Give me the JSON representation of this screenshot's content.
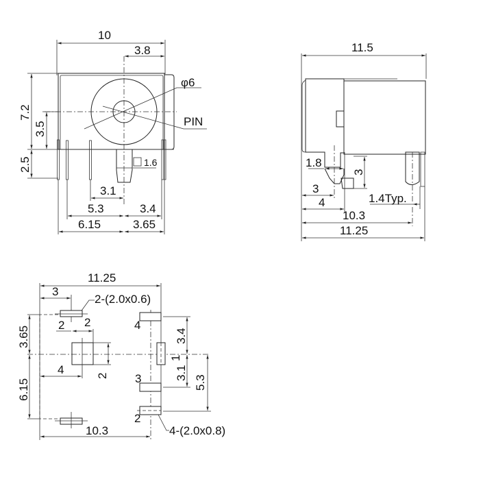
{
  "front_view": {
    "width": "10",
    "pin_offset_top": "3.8",
    "diameter": "φ6",
    "pin_label": "PIN",
    "height": "7.2",
    "center_height": "3.5",
    "pin_length": "2.5",
    "pin_width": "1.6",
    "dim_3_1": "3.1",
    "dim_5_3": "5.3",
    "dim_3_4": "3.4",
    "dim_6_15": "6.15",
    "dim_3_65": "3.65"
  },
  "side_view": {
    "length": "11.5",
    "dim_1_8": "1.8",
    "dim_3_vertical": "3",
    "dim_3": "3",
    "dim_4": "4",
    "pin_width_typ": "1.4Typ.",
    "dim_10_3": "10.3",
    "dim_11_25": "11.25"
  },
  "footprint": {
    "width": "11.25",
    "dim_3": "3",
    "pad_spec_small": "2-(2.0x0.6)",
    "pad_spec_large": "4-(2.0x0.8)",
    "dim_3_65": "3.65",
    "dim_6_15": "6.15",
    "dim_4": "4",
    "dim_2_h": "2",
    "dim_2_v": "2",
    "dim_10_3": "10.3",
    "dim_3_4": "3.4",
    "dim_3_1": "3.1",
    "dim_5_3": "5.3",
    "pad_labels": {
      "left_top": "2",
      "right_top": "4",
      "right_mid": "1",
      "right_lower": "3",
      "right_bottom": "2"
    }
  }
}
